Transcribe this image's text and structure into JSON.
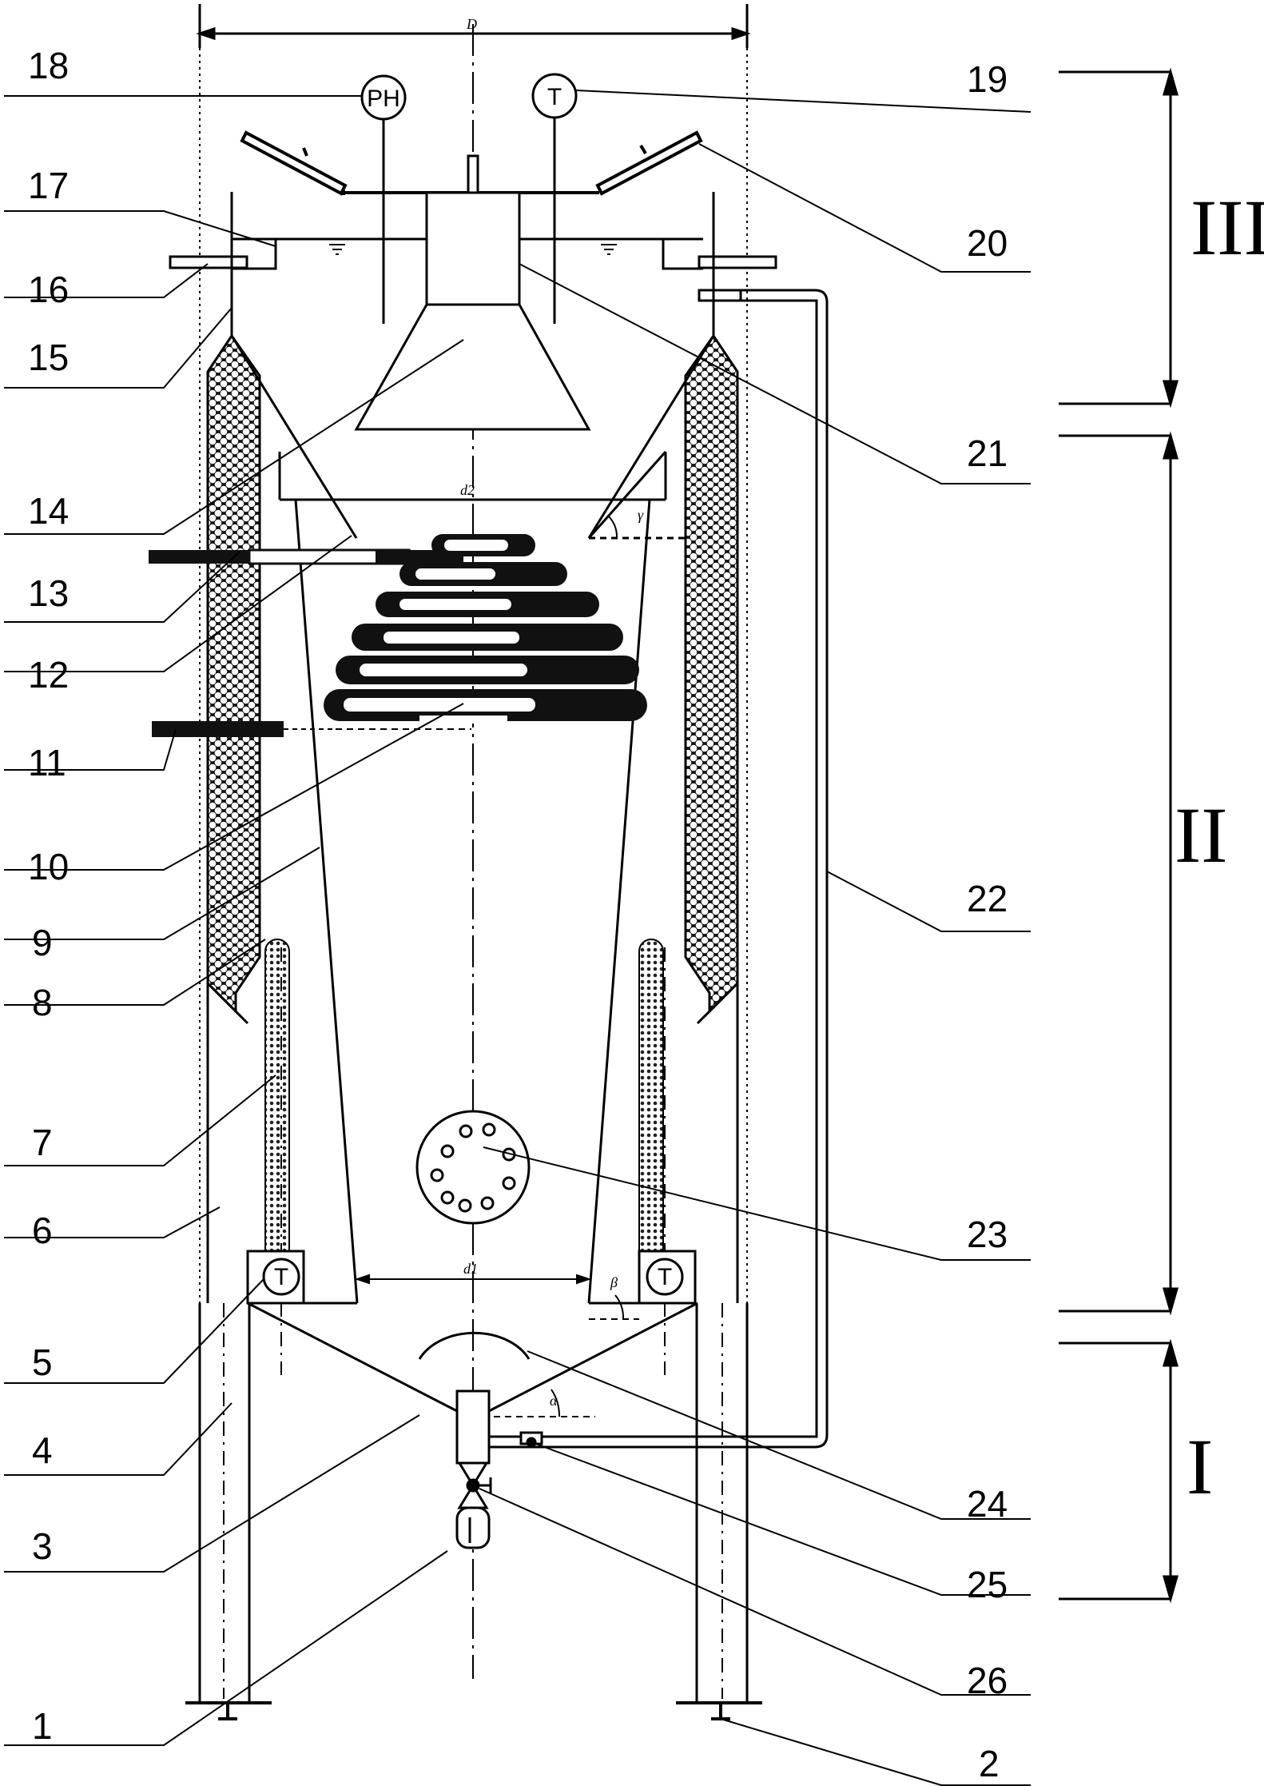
{
  "figure": {
    "dimensions": {
      "D": "D",
      "d1": "d1",
      "d2": "d2",
      "alpha": "α",
      "beta": "β",
      "gamma": "γ"
    },
    "instruments": {
      "ph": "PH",
      "temperature": "T"
    },
    "heater_marker": "T",
    "labels_left": [
      "18",
      "17",
      "16",
      "15",
      "14",
      "13",
      "12",
      "11",
      "10",
      "9",
      "8",
      "7",
      "6",
      "5",
      "4",
      "3",
      "1"
    ],
    "labels_right": [
      "19",
      "20",
      "21",
      "22",
      "23",
      "24",
      "25",
      "26",
      "2"
    ],
    "zones": {
      "top": "III",
      "middle": "II",
      "bottom": "I"
    }
  }
}
